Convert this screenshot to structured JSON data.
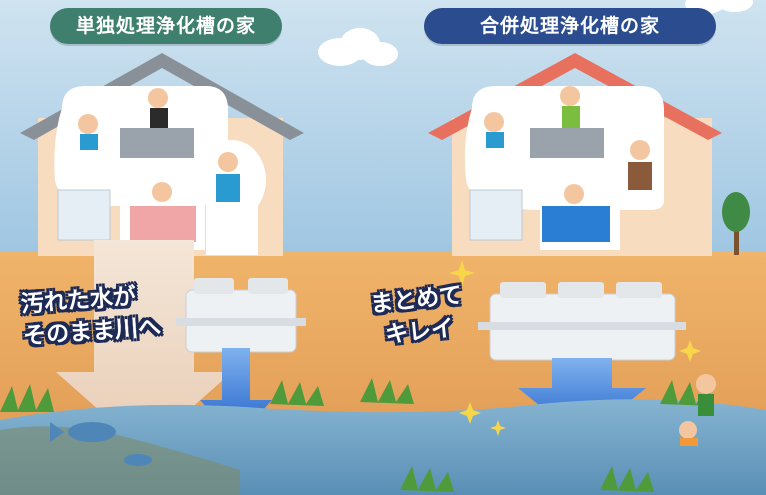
{
  "labels": {
    "left_house_title": "単独処理浄化槽の家",
    "right_house_title": "合併処理浄化槽の家"
  },
  "callouts": {
    "left_line1": "汚れた水が",
    "left_line2": "そのまま川へ",
    "right_line1": "まとめて",
    "right_line2": "キレイ"
  },
  "colors": {
    "sky": "#a9cfe8",
    "ground": "#e9a95f",
    "left_pill": "#3f7f6e",
    "right_pill": "#2b4c8f",
    "left_roof": "#8a9098",
    "right_roof": "#e8705f",
    "dirty_arrow": "#f1dcc8",
    "clean_arrow": "#2f6fd1",
    "water": "#6da1c2"
  }
}
